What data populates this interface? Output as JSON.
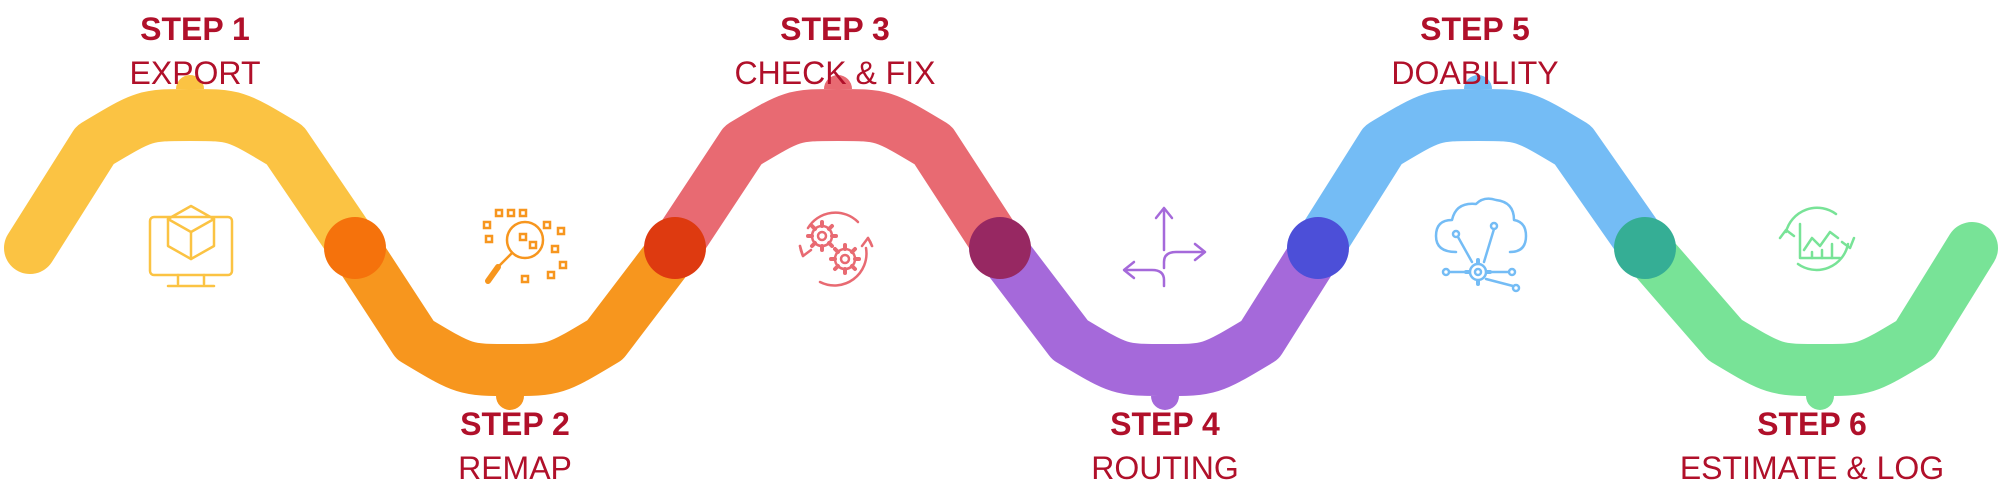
{
  "steps": [
    {
      "number": "STEP 1",
      "name": "EXPORT",
      "color": "#FBC343",
      "icon": "monitor-cube-icon"
    },
    {
      "number": "STEP 2",
      "name": "REMAP",
      "color": "#F7961E",
      "icon": "magnifier-scatter-icon"
    },
    {
      "number": "STEP 3",
      "name": "CHECK & FIX",
      "color": "#E86A72",
      "icon": "gears-refresh-icon"
    },
    {
      "number": "STEP 4",
      "name": "ROUTING",
      "color": "#A569DA",
      "icon": "route-arrows-icon"
    },
    {
      "number": "STEP 5",
      "name": "DOABILITY",
      "color": "#74BCF5",
      "icon": "cloud-network-icon"
    },
    {
      "number": "STEP 6",
      "name": "ESTIMATE & LOG",
      "color": "#78E397",
      "icon": "chart-refresh-icon"
    }
  ],
  "joints": [
    "#F5720C",
    "#DE3A10",
    "#972862",
    "#4C4FD8",
    "#35AE95"
  ],
  "label_color": "#B0102A"
}
